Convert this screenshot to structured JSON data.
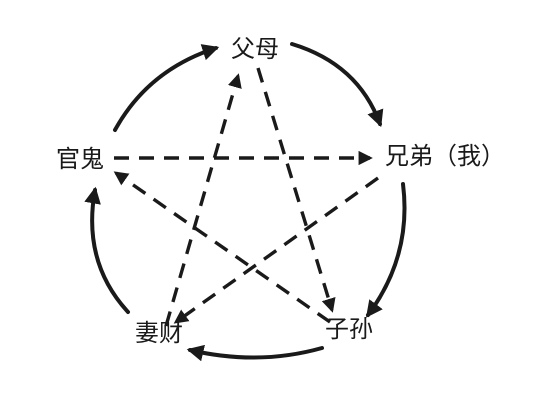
{
  "nodes": [
    {
      "id": "fumu",
      "label": "父母"
    },
    {
      "id": "xiongdi",
      "label": "兄弟（我）"
    },
    {
      "id": "zisun",
      "label": "子孙"
    },
    {
      "id": "qicai",
      "label": "妻财"
    },
    {
      "id": "guangui",
      "label": "官鬼"
    }
  ],
  "cycle_edges": [
    {
      "from": "fumu",
      "to": "xiongdi",
      "style": "solid"
    },
    {
      "from": "xiongdi",
      "to": "zisun",
      "style": "solid"
    },
    {
      "from": "zisun",
      "to": "qicai",
      "style": "solid"
    },
    {
      "from": "qicai",
      "to": "guangui",
      "style": "solid"
    },
    {
      "from": "guangui",
      "to": "fumu",
      "style": "solid"
    }
  ],
  "star_edges": [
    {
      "from": "guangui",
      "to": "xiongdi",
      "style": "dashed"
    },
    {
      "from": "fumu",
      "to": "zisun",
      "style": "dashed"
    },
    {
      "from": "xiongdi",
      "to": "qicai",
      "style": "dashed"
    },
    {
      "from": "zisun",
      "to": "guangui",
      "style": "dashed"
    },
    {
      "from": "qicai",
      "to": "fumu",
      "style": "dashed"
    }
  ],
  "colors": {
    "line": "#1a1a1a",
    "text": "#1a1a1a",
    "background": "#ffffff"
  }
}
